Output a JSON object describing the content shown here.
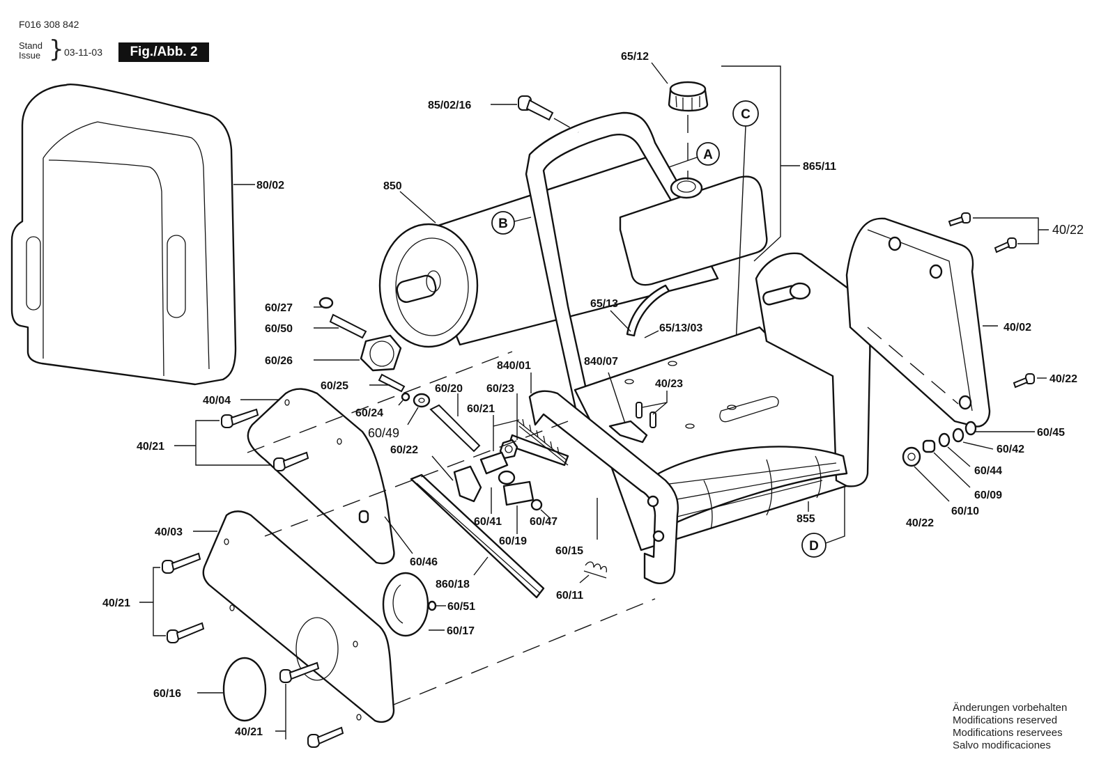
{
  "header": {
    "document_number": "F016 308 842",
    "stand_label": "Stand",
    "issue_label": "Issue",
    "date": "03-11-03",
    "figure_label": "Fig./Abb. 2"
  },
  "footer_note": [
    "Änderungen vorbehalten",
    "Modifications reserved",
    "Modifications reservees",
    "Salvo modificaciones"
  ],
  "callouts": [
    "A",
    "B",
    "C",
    "D"
  ],
  "part_labels": {
    "p80_02": "80/02",
    "p85_02_16": "85/02/16",
    "p65_12": "65/12",
    "p865_11": "865/11",
    "p850": "850",
    "p40_22_top": "40/22",
    "p40_02": "40/02",
    "p40_22_mid": "40/22",
    "p60_45": "60/45",
    "p60_42": "60/42",
    "p60_44": "60/44",
    "p60_09": "60/09",
    "p60_10": "60/10",
    "p40_22_bot": "40/22",
    "p65_13": "65/13",
    "p65_13_03": "65/13/03",
    "p840_07": "840/07",
    "p40_23": "40/23",
    "p60_27": "60/27",
    "p60_50": "60/50",
    "p60_26": "60/26",
    "p60_25": "60/25",
    "p60_24": "60/24",
    "p60_49": "60/49",
    "p60_20": "60/20",
    "p60_23": "60/23",
    "p840_01": "840/01",
    "p60_21": "60/21",
    "p60_22": "60/22",
    "p40_04": "40/04",
    "p40_21_a": "40/21",
    "p40_03": "40/03",
    "p40_21_b": "40/21",
    "p60_16": "60/16",
    "p40_21_c": "40/21",
    "p60_46": "60/46",
    "p60_41": "60/41",
    "p60_19": "60/19",
    "p60_47": "60/47",
    "p60_15": "60/15",
    "p860_18": "860/18",
    "p60_51": "60/51",
    "p60_17": "60/17",
    "p60_11": "60/11",
    "p855": "855"
  }
}
